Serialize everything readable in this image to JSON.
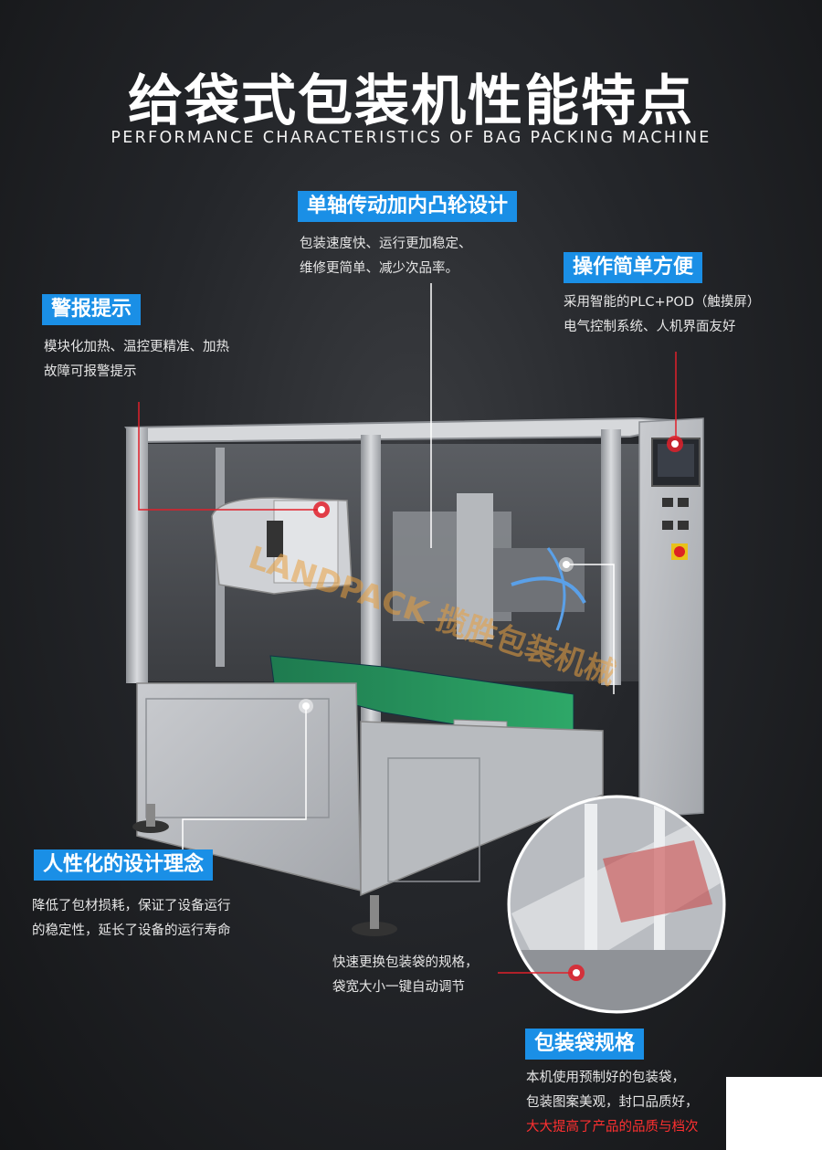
{
  "header": {
    "title": "给袋式包装机性能特点",
    "subtitle": "PERFORMANCE CHARACTERISTICS OF BAG PACKING MACHINE"
  },
  "features": {
    "single_axis": {
      "tag": "单轴传动加内凸轮设计",
      "lines": [
        "包装速度快、运行更加稳定、",
        "维修更简单、减少次品率。"
      ]
    },
    "alarm": {
      "tag": "警报提示",
      "lines": [
        "模块化加热、温控更精准、加热",
        "故障可报警提示"
      ]
    },
    "operation": {
      "tag": "操作简单方便",
      "lines": [
        "采用智能的PLC+POD（触摸屏）",
        "电气控制系统、人机界面友好"
      ]
    },
    "humanized": {
      "tag": "人性化的设计理念",
      "lines": [
        "降低了包材损耗，保证了设备运行",
        "的稳定性，延长了设备的运行寿命"
      ]
    },
    "quick_change": {
      "lines": [
        "快速更换包装袋的规格，",
        "袋宽大小一键自动调节"
      ]
    },
    "bag_spec": {
      "tag": "包装袋规格",
      "lines": [
        "本机使用预制好的包装袋，",
        "包装图案美观，封口品质好，"
      ],
      "highlight": "大大提高了产品的品质与档次"
    }
  },
  "watermark": {
    "brand": "LANDPACK",
    "cn": "揽胜包装机械"
  },
  "colors": {
    "tag_blue": "#1a8fe6",
    "pointer_red": "#e0202a",
    "highlight_red": "#ff3030",
    "background": "#24262a"
  }
}
